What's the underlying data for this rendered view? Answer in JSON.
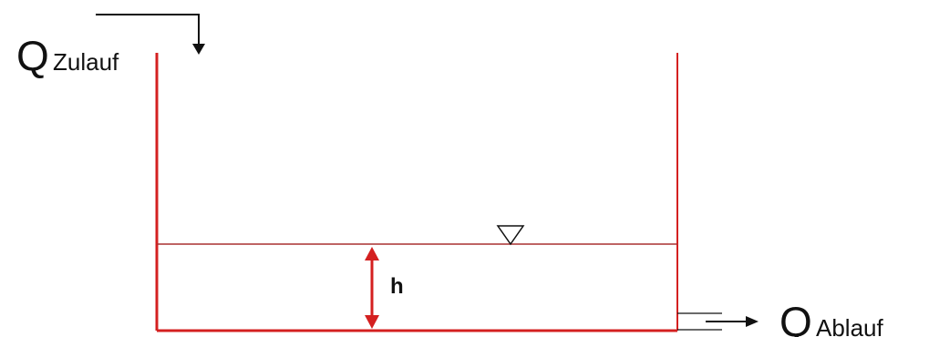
{
  "labels": {
    "inflow_symbol": "Q",
    "inflow_subscript": "Zulauf",
    "outflow_symbol": "Q",
    "outflow_subscript": "Ablauf",
    "height": "h"
  },
  "colors": {
    "tank": "#d42020",
    "water_line": "#a83030",
    "arrow": "#111111",
    "text": "#111111"
  },
  "icons": {
    "water_level_marker": "inverted-triangle-icon",
    "inflow_arrow": "arrow-down-icon",
    "outflow_arrow": "arrow-right-icon",
    "height_arrow": "double-arrow-vertical-icon"
  }
}
